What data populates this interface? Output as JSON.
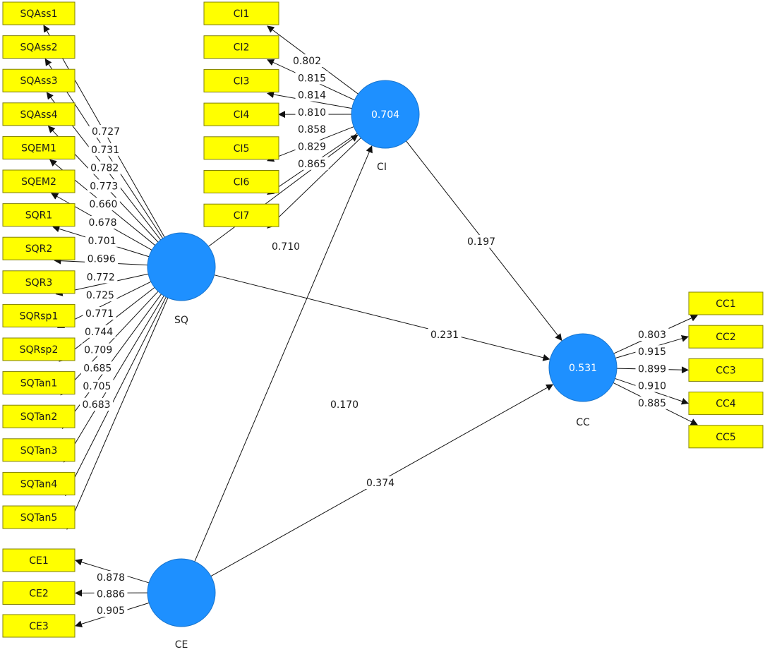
{
  "latent": {
    "SQ": {
      "name": "SQ",
      "r2": ""
    },
    "CI": {
      "name": "CI",
      "r2": "0.704"
    },
    "CE": {
      "name": "CE",
      "r2": ""
    },
    "CC": {
      "name": "CC",
      "r2": "0.531"
    }
  },
  "indicators": {
    "SQ": [
      "SQAss1",
      "SQAss2",
      "SQAss3",
      "SQAss4",
      "SQEM1",
      "SQEM2",
      "SQR1",
      "SQR2",
      "SQR3",
      "SQRsp1",
      "SQRsp2",
      "SQTan1",
      "SQTan2",
      "SQTan3",
      "SQTan4",
      "SQTan5"
    ],
    "CI": [
      "CI1",
      "CI2",
      "CI3",
      "CI4",
      "CI5",
      "CI6",
      "CI7"
    ],
    "CE": [
      "CE1",
      "CE2",
      "CE3"
    ],
    "CC": [
      "CC1",
      "CC2",
      "CC3",
      "CC4",
      "CC5"
    ]
  },
  "loadings": {
    "SQ": [
      "0.727",
      "0.731",
      "0.782",
      "0.773",
      "0.660",
      "0.678",
      "0.701",
      "0.696",
      "0.772",
      "0.725",
      "0.771",
      "0.744",
      "0.709",
      "0.685",
      "0.705",
      "0.683"
    ],
    "CI": [
      "0.802",
      "0.815",
      "0.814",
      "0.810",
      "0.858",
      "0.829",
      "0.865"
    ],
    "CE": [
      "0.878",
      "0.886",
      "0.905"
    ],
    "CC": [
      "0.803",
      "0.915",
      "0.899",
      "0.910",
      "0.885"
    ]
  },
  "paths": [
    {
      "from": "SQ",
      "to": "CI",
      "coef": "0.710"
    },
    {
      "from": "SQ",
      "to": "CC",
      "coef": "0.231"
    },
    {
      "from": "CI",
      "to": "CC",
      "coef": "0.197"
    },
    {
      "from": "CE",
      "to": "CI",
      "coef": "0.170"
    },
    {
      "from": "CE",
      "to": "CC",
      "coef": "0.374"
    }
  ],
  "colors": {
    "indicator_fill": "#ffff00",
    "latent_fill": "#1e90ff",
    "line": "#111111"
  }
}
